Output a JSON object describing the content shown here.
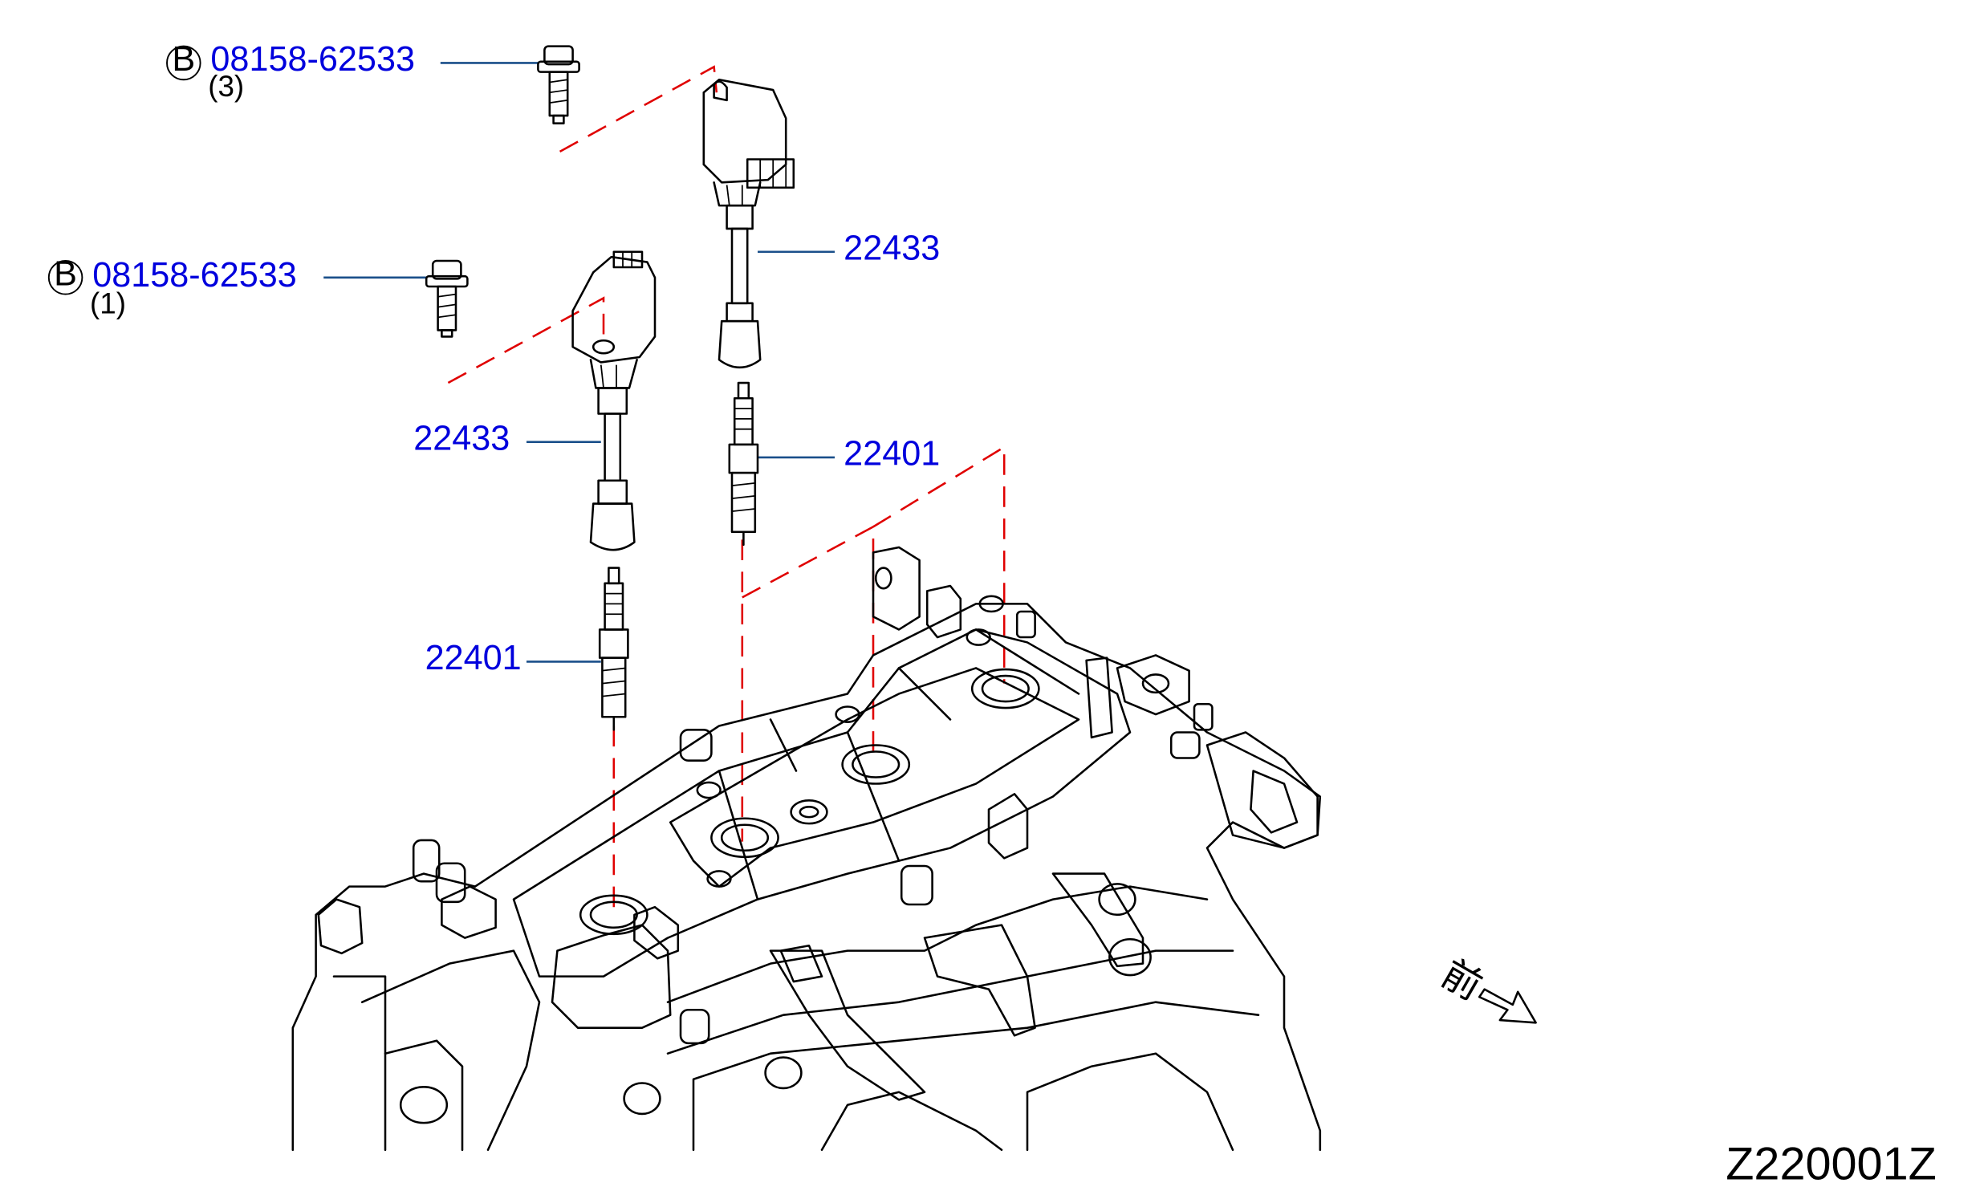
{
  "colors": {
    "callout_text": "#0000dd",
    "leader_line": "#1a4f8a",
    "dashed_line": "#e00000",
    "drawing_line": "#000000",
    "background": "#ffffff"
  },
  "callouts": {
    "bolt_top": {
      "badge": "B",
      "part_number": "08158-62533",
      "quantity": "(3)"
    },
    "bolt_mid": {
      "badge": "B",
      "part_number": "08158-62533",
      "quantity": "(1)"
    },
    "coil_right": {
      "part_number": "22433"
    },
    "coil_left": {
      "part_number": "22433"
    },
    "plug_right": {
      "part_number": "22401"
    },
    "plug_left": {
      "part_number": "22401"
    }
  },
  "front_indicator": {
    "label": "前",
    "icon": "front-arrow-icon"
  },
  "diagram_reference": "Z220001Z"
}
